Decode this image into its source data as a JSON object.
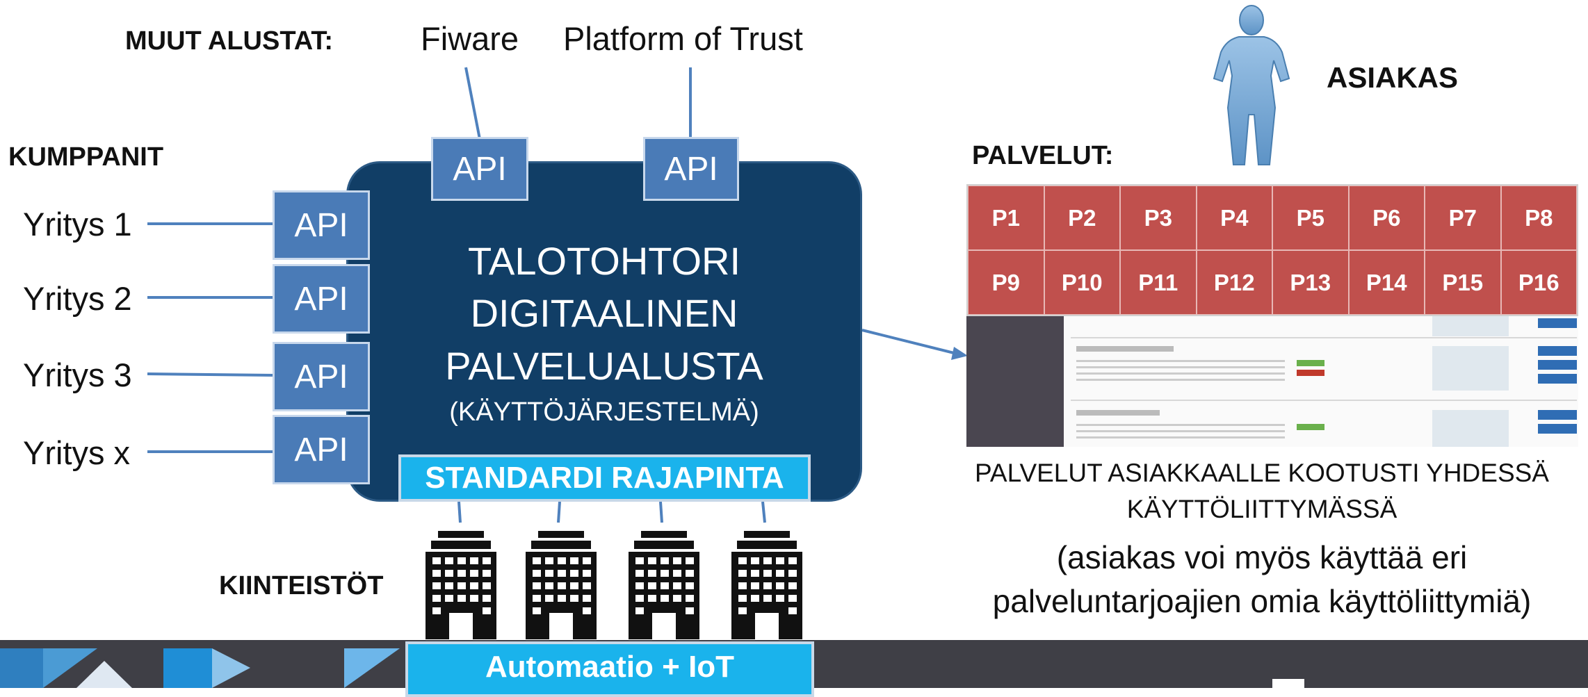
{
  "platforms": {
    "heading": "MUUT ALUSTAT:",
    "items": [
      "Fiware",
      "Platform of Trust"
    ]
  },
  "partners": {
    "heading": "KUMPPANIT",
    "items": [
      "Yritys 1",
      "Yritys 2",
      "Yritys 3",
      "Yritys x"
    ]
  },
  "api_label": "API",
  "core": {
    "line1": "TALOTOHTORI",
    "line2": "DIGITAALINEN",
    "line3": "PALVELUALUSTA",
    "line4": "(KÄYTTÖJÄRJESTELMÄ)"
  },
  "standard_interface": "STANDARDI RAJAPINTA",
  "properties": {
    "heading": "KIINTEISTÖT"
  },
  "automation": "Automaatio + IoT",
  "customer": {
    "label": "ASIAKAS"
  },
  "services": {
    "heading": "PALVELUT:",
    "items": [
      "P1",
      "P2",
      "P3",
      "P4",
      "P5",
      "P6",
      "P7",
      "P8",
      "P9",
      "P10",
      "P11",
      "P12",
      "P13",
      "P14",
      "P15",
      "P16"
    ]
  },
  "caption": {
    "line1": "PALVELUT ASIAKKAALLE KOOTUSTI YHDESSÄ",
    "line2": "KÄYTTÖLIITTYMÄSSÄ",
    "line3": "(asiakas voi myös käyttää eri",
    "line4": "palveluntarjoajien omia käyttöliittymiä)"
  },
  "colors": {
    "core": "#113e66",
    "api": "#4a7bb7",
    "interface": "#1ab3ec",
    "service": "#c0504d",
    "footer": "#3f3f46"
  }
}
